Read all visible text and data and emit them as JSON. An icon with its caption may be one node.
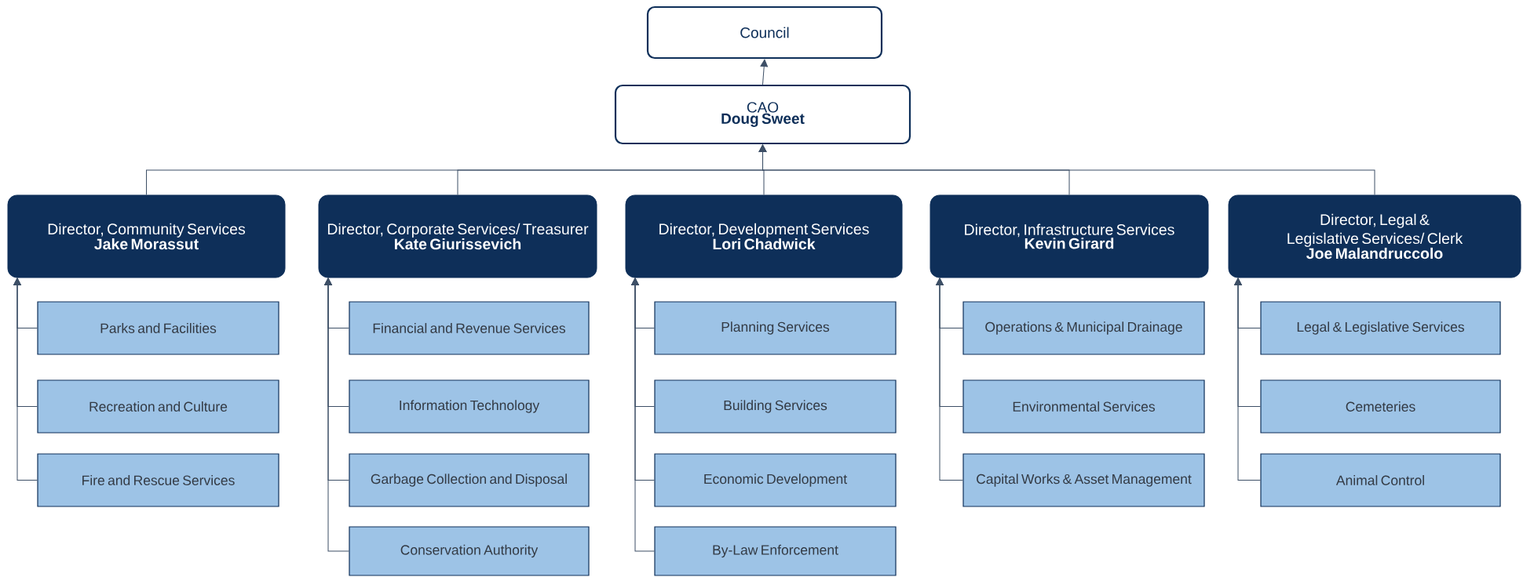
{
  "diagram": {
    "nodes": [
      {
        "text": [
          "Council"
        ]
      },
      {
        "text": [
          "CAO",
          "Doug Sweet"
        ]
      },
      {
        "text": [
          "Director, Community Services",
          "Jake Morassut"
        ]
      },
      {
        "text": [
          "Director, Corporate Services/ Treasurer",
          "Kate Giurissevich"
        ]
      },
      {
        "text": [
          "Director, Development Services",
          "Lori Chadwick"
        ]
      },
      {
        "text": [
          "Director, Infrastructure Services",
          "Kevin Girard"
        ]
      },
      {
        "text": [
          "Director, Legal & Legislative Services/ Clerk",
          "Joe Malandruccolo"
        ]
      },
      {
        "text": [
          "Parks and Facilities"
        ]
      },
      {
        "text": [
          "Recreation and Culture"
        ]
      },
      {
        "text": [
          "Fire and Rescue Services"
        ]
      },
      {
        "text": [
          "Financial and Revenue Services"
        ]
      },
      {
        "text": [
          "Information Technology"
        ]
      },
      {
        "text": [
          "Garbage Collection and Disposal"
        ]
      },
      {
        "text": [
          "Conservation Authority"
        ]
      },
      {
        "text": [
          "Planning Services"
        ]
      },
      {
        "text": [
          "Building Services"
        ]
      },
      {
        "text": [
          "Economic Development"
        ]
      },
      {
        "text": [
          "By-Law Enforcement"
        ]
      },
      {
        "text": [
          "Operations & Municipal Drainage"
        ]
      },
      {
        "text": [
          "Environmental Services"
        ]
      },
      {
        "text": [
          "Capital Works & Asset Management"
        ]
      },
      {
        "text": [
          "Legal & Legislative Services"
        ]
      },
      {
        "text": [
          "Cemeteries"
        ]
      },
      {
        "text": [
          "Animal Control"
        ]
      }
    ],
    "edges": [
      {
        "from": 1,
        "to": 0,
        "arrow": "to"
      },
      {
        "from": 2,
        "to": 1,
        "arrow": "to"
      },
      {
        "from": 3,
        "to": 1,
        "arrow": "to"
      },
      {
        "from": 4,
        "to": 1,
        "arrow": "to"
      },
      {
        "from": 5,
        "to": 1,
        "arrow": "to"
      },
      {
        "from": 6,
        "to": 1,
        "arrow": "to"
      },
      {
        "from": 7,
        "to": 2,
        "arrow": "to"
      },
      {
        "from": 8,
        "to": 2,
        "arrow": "to"
      },
      {
        "from": 9,
        "to": 2,
        "arrow": "to"
      },
      {
        "from": 10,
        "to": 3,
        "arrow": "to"
      },
      {
        "from": 11,
        "to": 3,
        "arrow": "to"
      },
      {
        "from": 12,
        "to": 3,
        "arrow": "to"
      },
      {
        "from": 13,
        "to": 3,
        "arrow": "to"
      },
      {
        "from": 14,
        "to": 4,
        "arrow": "to"
      },
      {
        "from": 15,
        "to": 4,
        "arrow": "to"
      },
      {
        "from": 16,
        "to": 4,
        "arrow": "to"
      },
      {
        "from": 17,
        "to": 4,
        "arrow": "to"
      },
      {
        "from": 18,
        "to": 5,
        "arrow": "to"
      },
      {
        "from": 19,
        "to": 5,
        "arrow": "to"
      },
      {
        "from": 20,
        "to": 5,
        "arrow": "to"
      },
      {
        "from": 21,
        "to": 6,
        "arrow": "to"
      },
      {
        "from": 22,
        "to": 6,
        "arrow": "to"
      },
      {
        "from": 23,
        "to": 6,
        "arrow": "to"
      }
    ]
  }
}
